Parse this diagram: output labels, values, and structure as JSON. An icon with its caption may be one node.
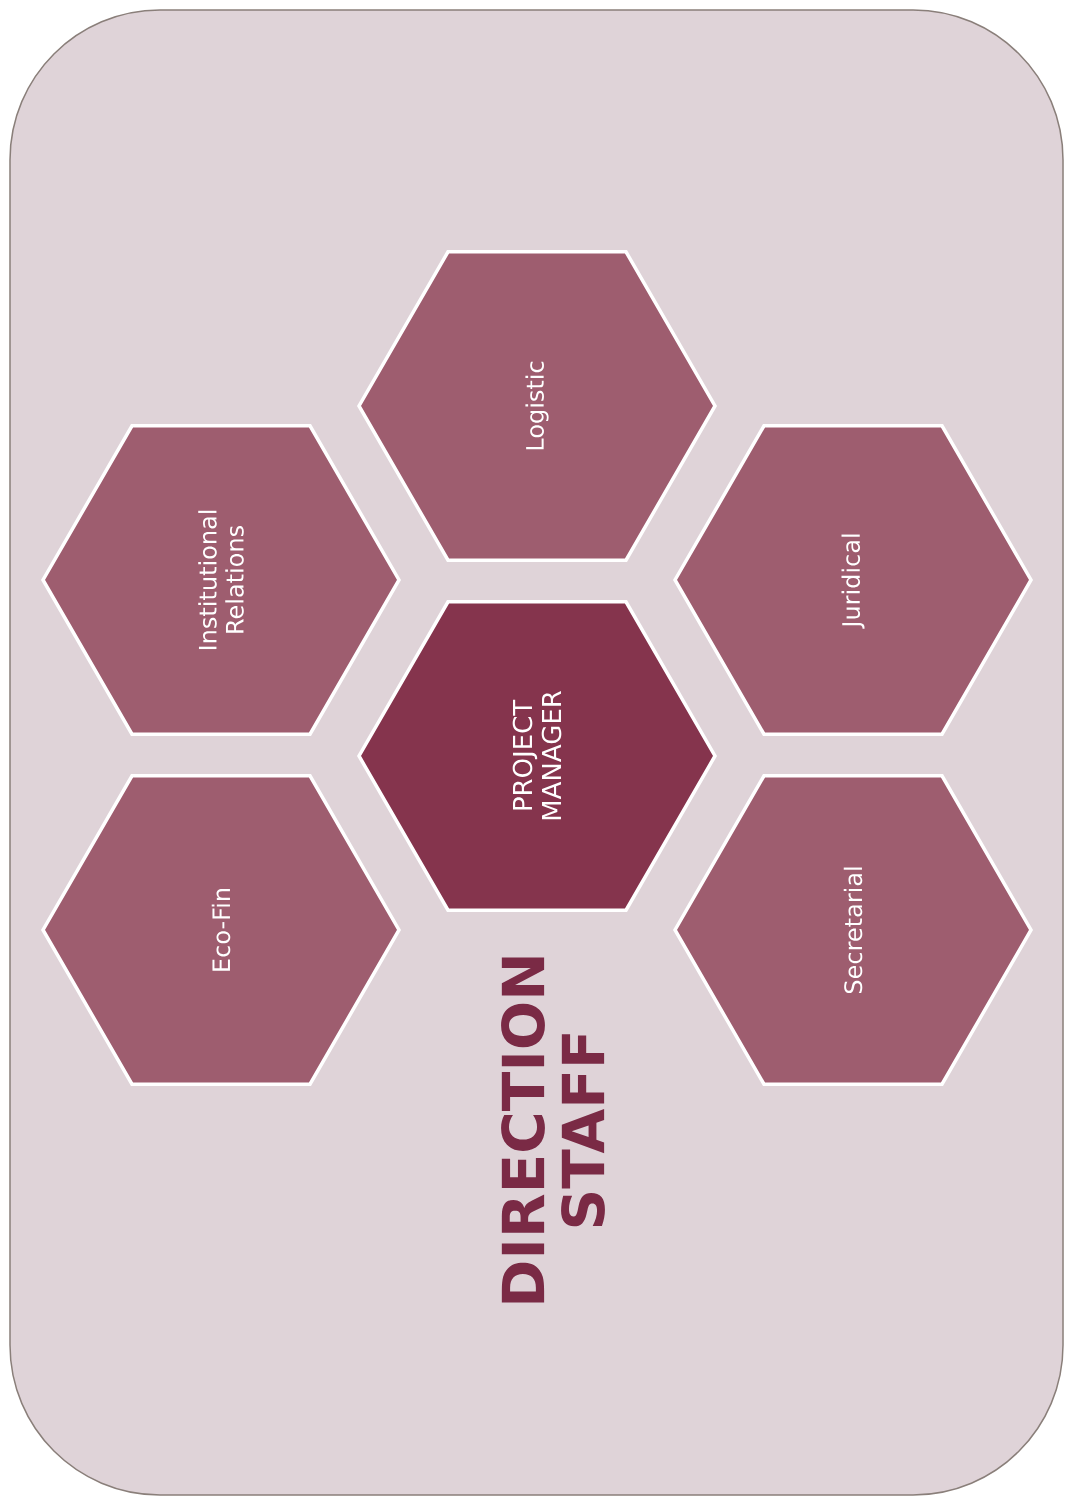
{
  "diagram": {
    "nodes": [
      {
        "text": [
          "DIRECTION STAFF"
        ]
      },
      {
        "text": [
          "Logistic"
        ],
        "in": 0
      },
      {
        "text": [
          "Institutional Relations"
        ],
        "in": 0
      },
      {
        "text": [
          "Juridical"
        ],
        "in": 0
      },
      {
        "text": [
          "PROJECT MANAGER"
        ],
        "in": 0
      },
      {
        "text": [
          "Eco-Fin"
        ],
        "in": 0
      },
      {
        "text": [
          "Secretarial"
        ],
        "in": 0
      }
    ]
  }
}
